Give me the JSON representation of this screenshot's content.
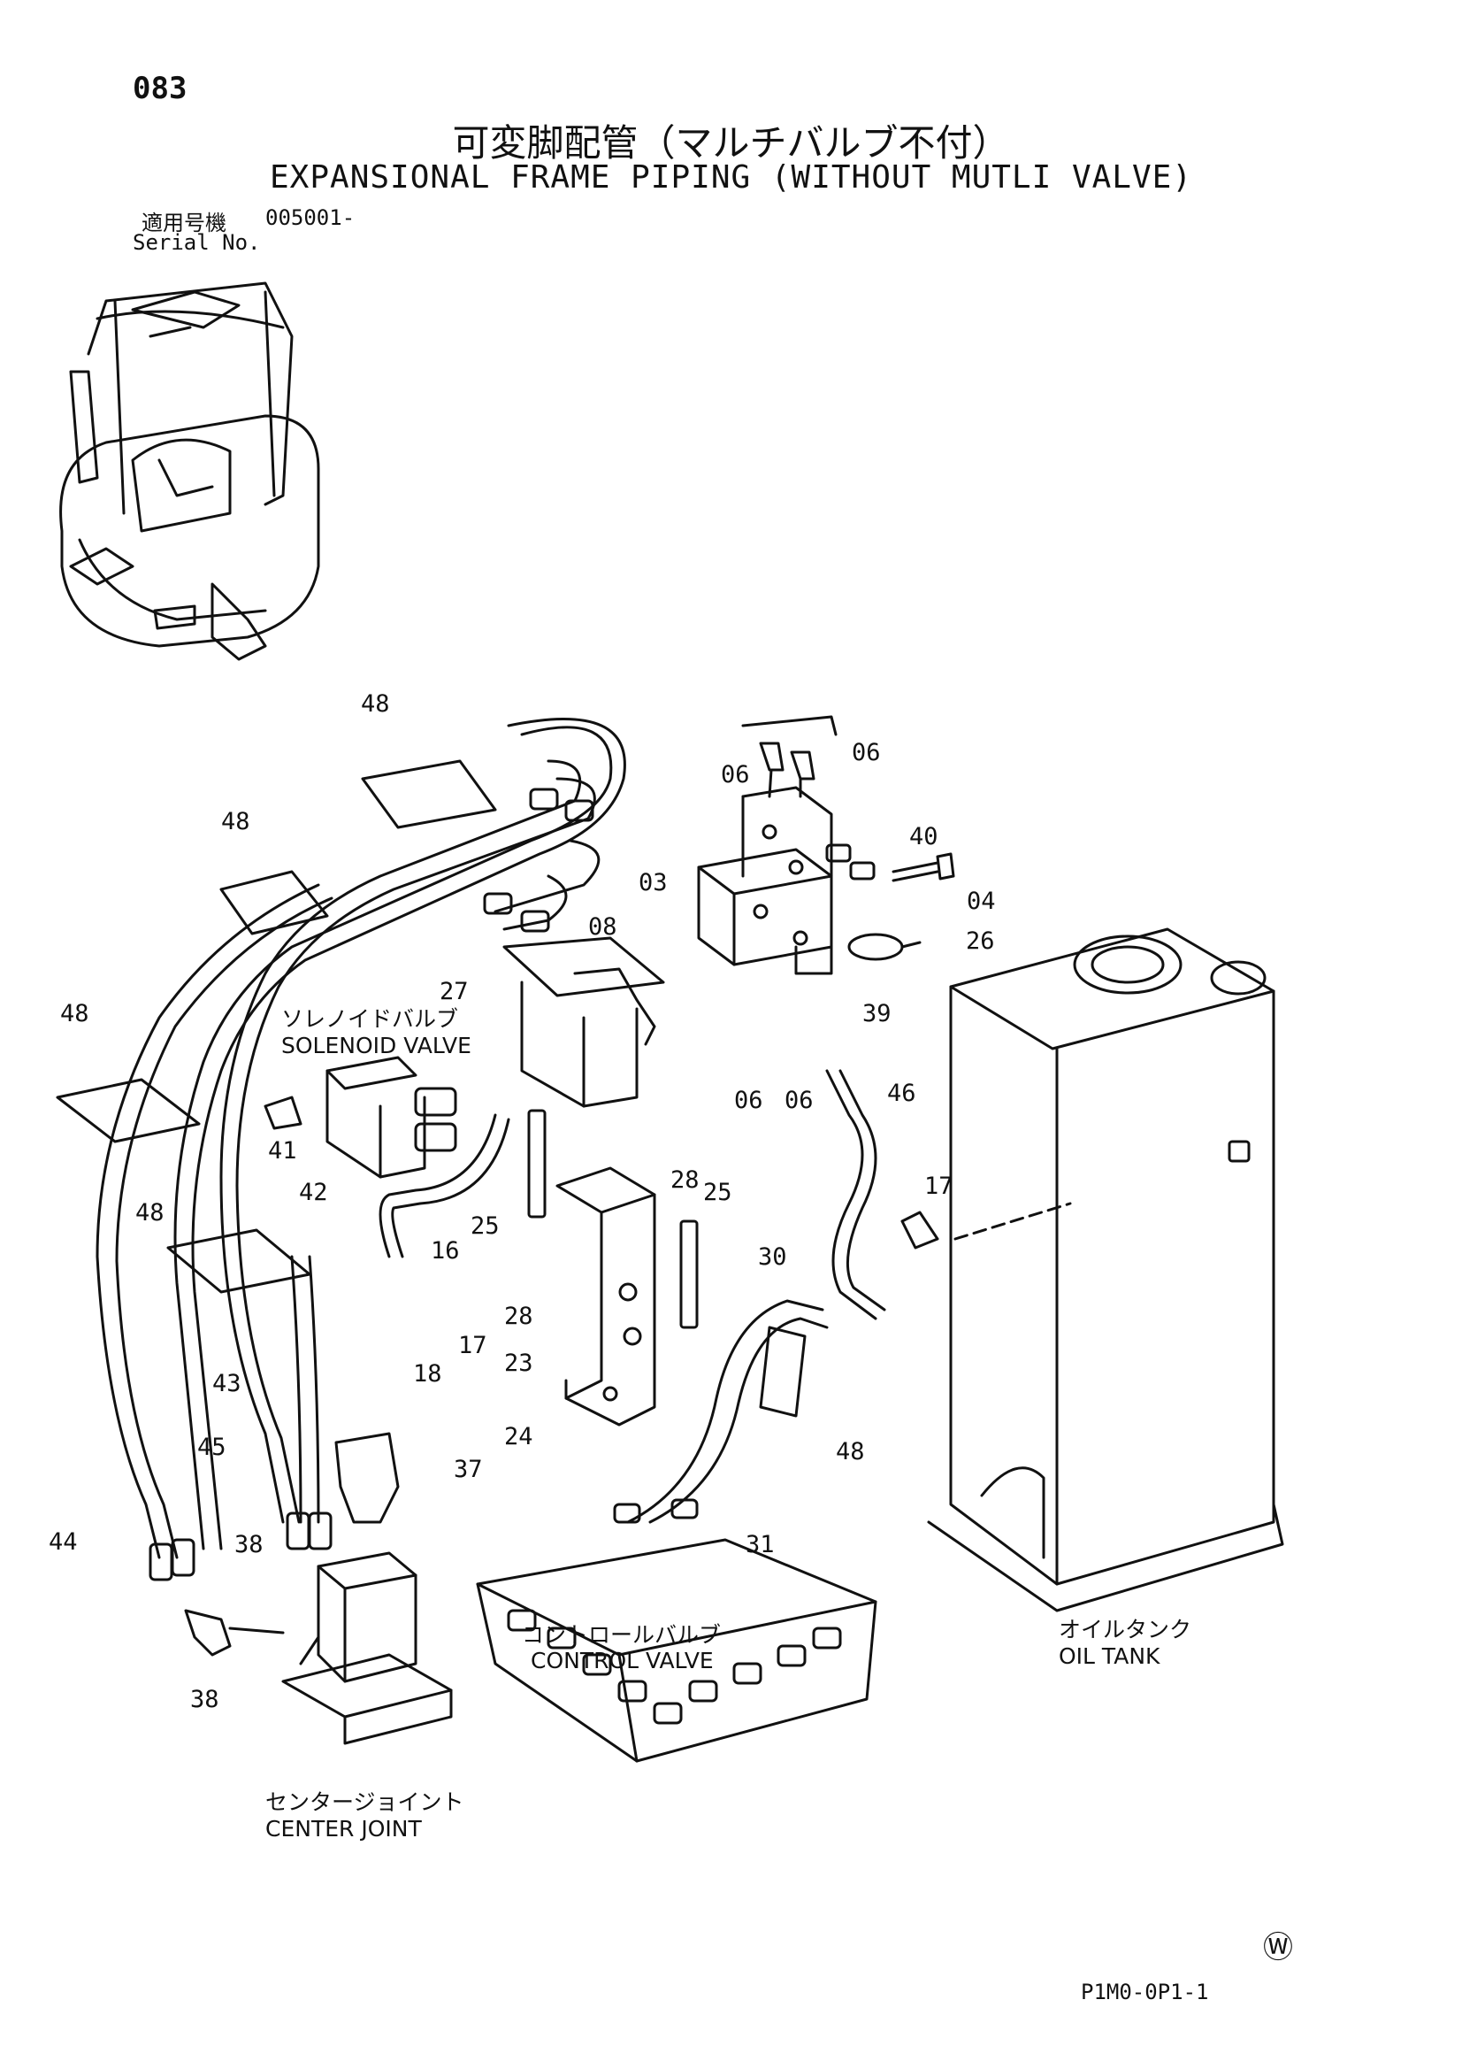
{
  "header": {
    "page_number": "083",
    "title_jp": "可変脚配管（マルチバルブ不付）",
    "title_en": "EXPANSIONAL FRAME PIPING (WITHOUT MUTLI VALVE)",
    "serial_label_jp": "適用号機",
    "serial_value": "005001-",
    "serial_label_en": "Serial No."
  },
  "callouts": {
    "c48a": "48",
    "c48b": "48",
    "c48c": "48",
    "c48d": "48",
    "c48e": "48",
    "c06a": "06",
    "c06b": "06",
    "c06c": "06",
    "c06d": "06",
    "c40": "40",
    "c03": "03",
    "c04": "04",
    "c08": "08",
    "c26": "26",
    "c27": "27",
    "c39": "39",
    "c46": "46",
    "c41": "41",
    "c42": "42",
    "c28a": "28",
    "c28b": "28",
    "c25a": "25",
    "c25b": "25",
    "c16": "16",
    "c17a": "17",
    "c17b": "17",
    "c30": "30",
    "c18": "18",
    "c23": "23",
    "c43": "43",
    "c45": "45",
    "c24": "24",
    "c37": "37",
    "c44": "44",
    "c38a": "38",
    "c38b": "38",
    "c31": "31"
  },
  "captions": {
    "solenoid_jp": "ソレノイドバルブ",
    "solenoid_en": "SOLENOID VALVE",
    "control_jp": "コントロールバルブ",
    "control_en": "CONTROL VALVE",
    "tank_jp": "オイルタンク",
    "tank_en": "OIL TANK",
    "center_jp": "センタージョイント",
    "center_en": "CENTER JOINT"
  },
  "footer": {
    "watermark": "Ⓦ",
    "drawing_code": "P1M0-0P1-1"
  }
}
